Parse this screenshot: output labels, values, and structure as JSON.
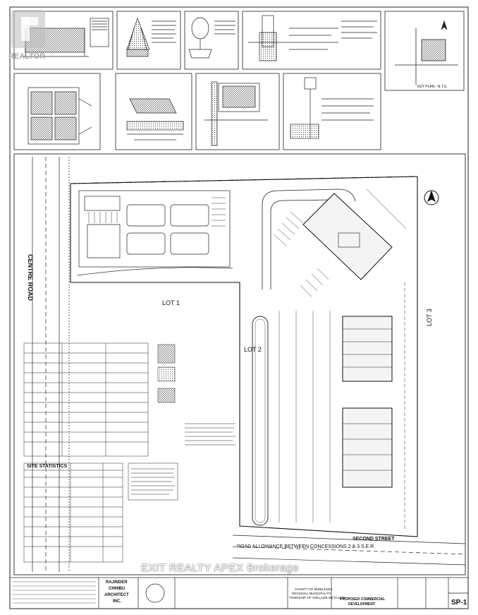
{
  "watermark": {
    "logo_text": "REALTOR",
    "brokerage": "EXIT REALTY APEX Brokerage"
  },
  "key_plan": {
    "title": "KEY PLAN - N.T.S."
  },
  "site": {
    "road_west": "CENTRE ROAD",
    "road_south": "SECOND STREET",
    "road_allowance": "ROAD ALLOWANCE BETWEEN CONCESSIONS 2 & 3 S.E.R.",
    "lot1": "LOT 1",
    "lot2": "LOT 2",
    "lot3": "LOT 3"
  },
  "site_statistics": {
    "title": "SITE STATISTICS"
  },
  "title_block": {
    "architect_line1": "RAJINDER",
    "architect_line2": "CHHIBU",
    "architect_line3": "ARCHITECT",
    "architect_line4": "INC.",
    "client_line1": "COUNTY OF MIDDLESEX",
    "client_line2": "REGIONAL MUNICIPALITY",
    "client_line3": "TOWNSHIP OF ADELAIDE METCALFE",
    "project_line1": "PROPOSED COMMERCIAL",
    "project_line2": "DEVELOPMENT",
    "sheet": "SP-1"
  },
  "colors": {
    "ink": "#1a1a1a",
    "paper": "#ffffff",
    "hatch": "#555555"
  }
}
